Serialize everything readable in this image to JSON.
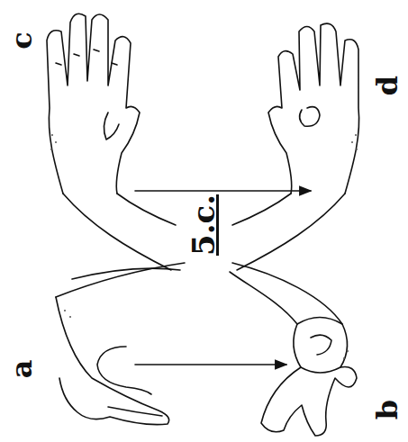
{
  "diagram": {
    "labels": [
      "c",
      "d",
      "5.c.",
      "a",
      "b"
    ]
  }
}
